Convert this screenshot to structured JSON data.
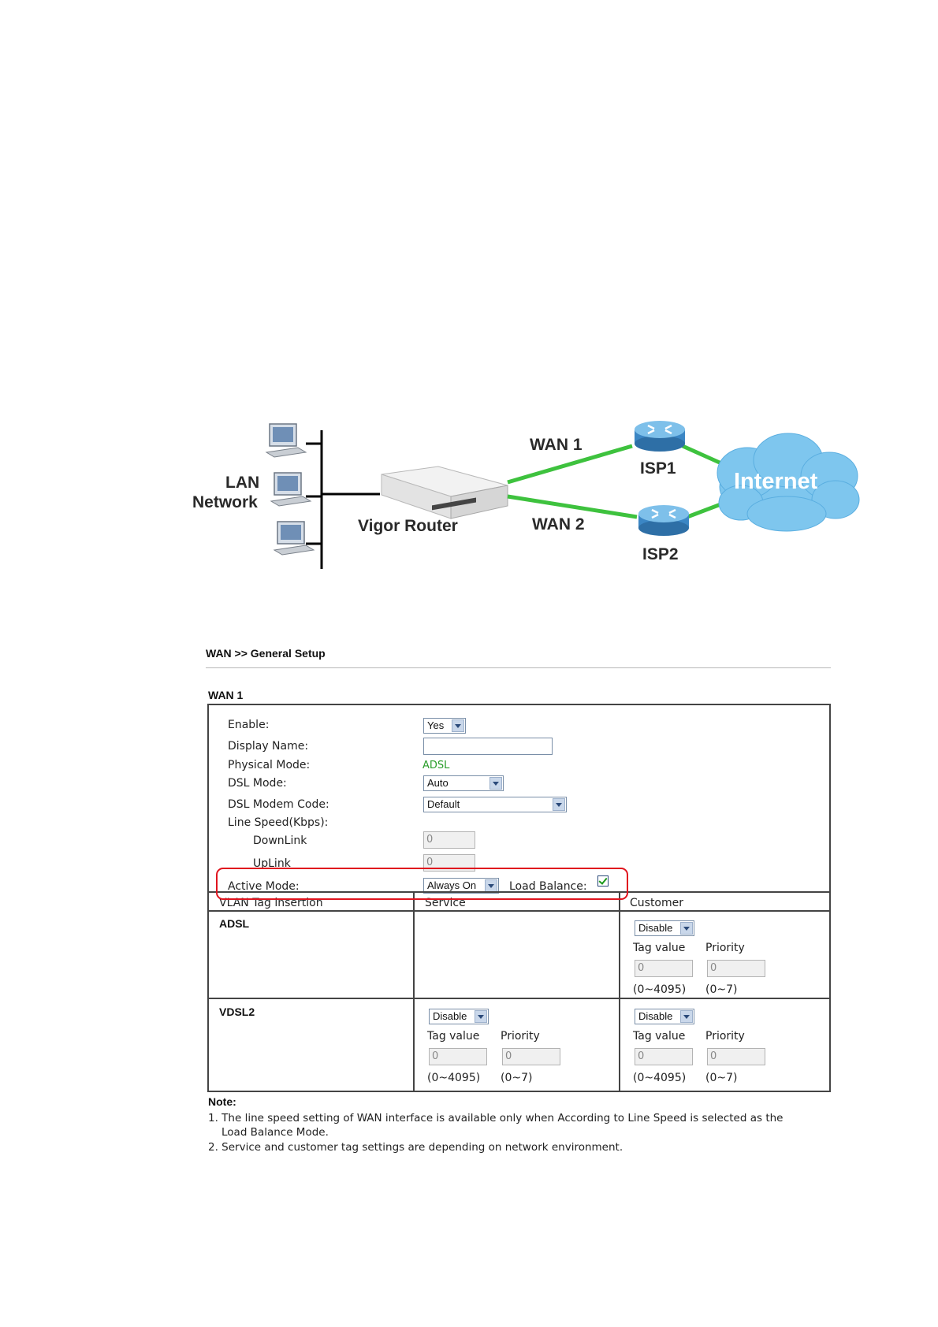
{
  "diagram": {
    "lan_label_line1": "LAN",
    "lan_label_line2": "Network",
    "router_label": "Vigor Router",
    "wan1_label": "WAN 1",
    "wan2_label": "WAN 2",
    "isp1_label": "ISP1",
    "isp2_label": "ISP2",
    "internet_label": "Internet"
  },
  "header": {
    "title": "WAN >> General Setup",
    "section": "WAN 1"
  },
  "form": {
    "enable_label": "Enable:",
    "enable_value": "Yes",
    "display_name_label": "Display Name:",
    "display_name_value": "",
    "physical_mode_label": "Physical Mode:",
    "physical_mode_value": "ADSL",
    "dsl_mode_label": "DSL Mode:",
    "dsl_mode_value": "Auto",
    "dsl_modem_code_label": "DSL Modem Code:",
    "dsl_modem_code_value": "Default",
    "line_speed_label": "Line Speed(Kbps):",
    "downlink_label": "DownLink",
    "downlink_value": "0",
    "uplink_label": "UpLink",
    "uplink_value": "0",
    "active_mode_label": "Active Mode:",
    "active_mode_value": "Always On",
    "load_balance_label": "Load Balance:",
    "load_balance_checked": true
  },
  "vlan": {
    "col_insertion": "VLAN Tag insertion",
    "col_service": "Service",
    "col_customer": "Customer",
    "tag_value_label": "Tag value",
    "priority_label": "Priority",
    "tag_range": "(0~4095)",
    "priority_range": "(0~7)",
    "rows": [
      {
        "name": "ADSL",
        "customer": {
          "state": "Disable",
          "tag": "0",
          "priority": "0"
        }
      },
      {
        "name": "VDSL2",
        "service": {
          "state": "Disable",
          "tag": "0",
          "priority": "0"
        },
        "customer": {
          "state": "Disable",
          "tag": "0",
          "priority": "0"
        }
      }
    ]
  },
  "notes": {
    "title": "Note:",
    "items": [
      "1. The line speed setting of WAN interface is available only when According to Line Speed is selected as the",
      "Load Balance Mode.",
      "2. Service and customer tag settings are depending on network environment."
    ]
  }
}
